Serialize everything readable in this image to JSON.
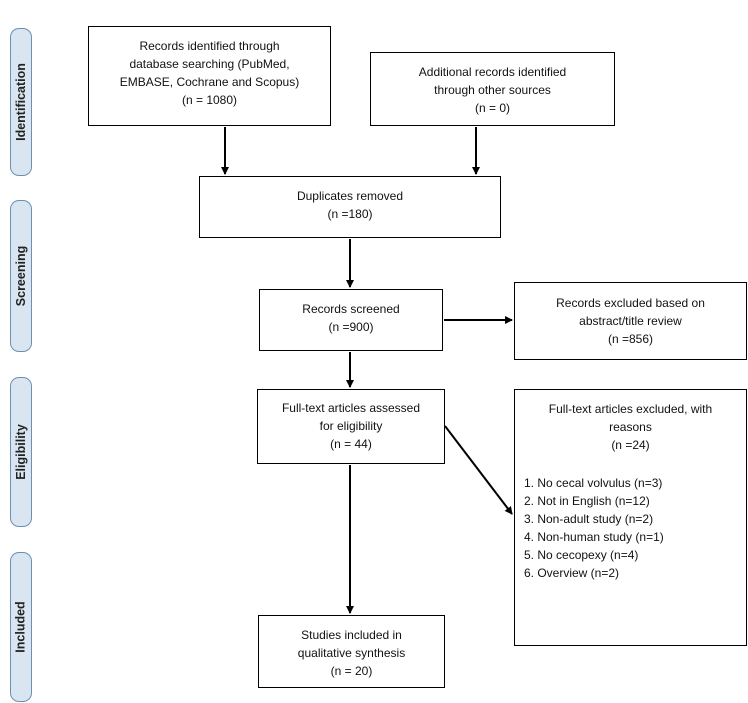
{
  "stages": {
    "identification": "Identification",
    "screening": "Screening",
    "eligibility": "Eligibility",
    "included": "Included"
  },
  "boxes": {
    "database": {
      "line1": "Records identified through",
      "line2": "database searching (PubMed,",
      "line3": "EMBASE, Cochrane and Scopus)",
      "count": "(n = 1080)"
    },
    "other_sources": {
      "line1": "Additional records identified",
      "line2": "through other sources",
      "count": "(n = 0)"
    },
    "duplicates": {
      "line1": "Duplicates removed",
      "count": "(n =180)"
    },
    "screened": {
      "line1": "Records screened",
      "count": "(n =900)"
    },
    "excluded_abstract": {
      "line1": "Records excluded based on",
      "line2": "abstract/title review",
      "count": "(n =856)"
    },
    "fulltext": {
      "line1": "Full-text articles assessed",
      "line2": "for eligibility",
      "count": "(n = 44)"
    },
    "fulltext_excluded": {
      "line1": "Full-text articles excluded, with",
      "line2": "reasons",
      "count": "(n =24)",
      "reasons": [
        "1. No cecal volvulus (n=3)",
        "2. Not in English (n=12)",
        "3. Non-adult study (n=2)",
        "4. Non-human study (n=1)",
        "5. No cecopexy (n=4)",
        "6. Overview (n=2)"
      ]
    },
    "included": {
      "line1": "Studies included in",
      "line2": "qualitative synthesis",
      "count": "(n = 20)"
    }
  }
}
